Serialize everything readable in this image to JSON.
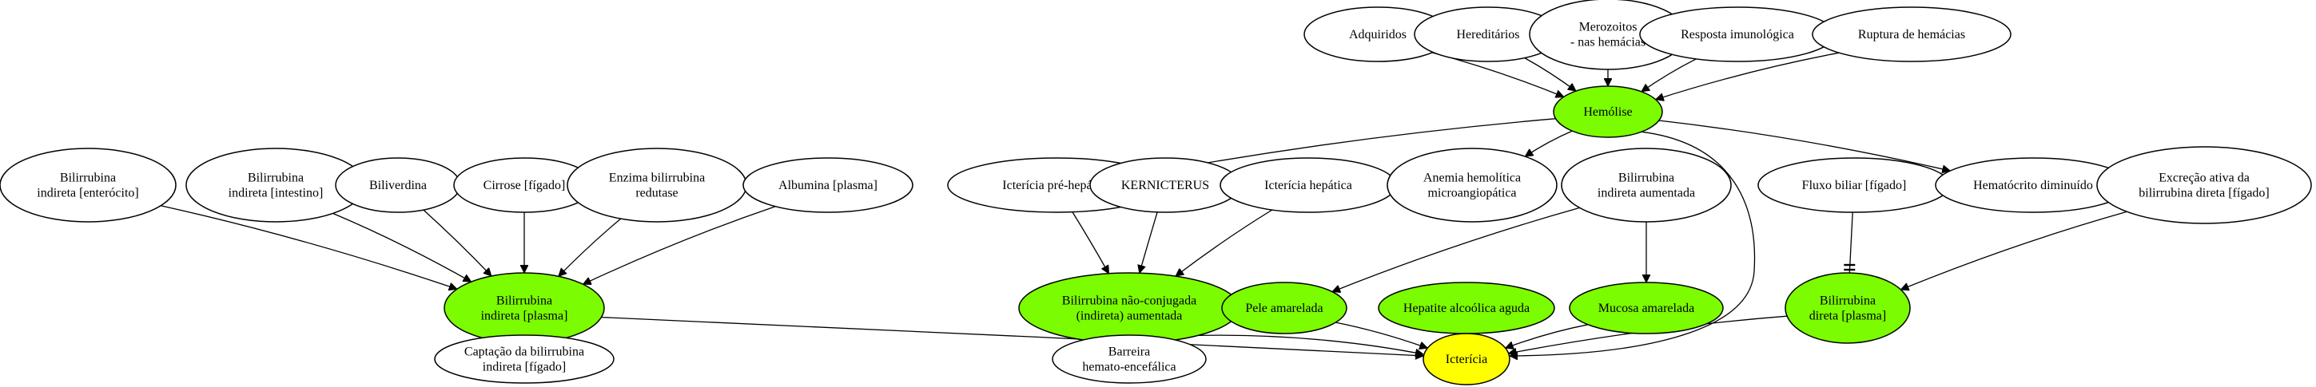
{
  "colors": {
    "background": "#ffffff",
    "default_fill": "#ffffff",
    "highlight_fill": "#7cfc00",
    "target_fill": "#ffff00",
    "stroke": "#000000"
  },
  "nodes": {
    "adquiridos": {
      "lines": [
        "Adquiridos"
      ],
      "fill": "default"
    },
    "hereditarios": {
      "lines": [
        "Hereditários"
      ],
      "fill": "default"
    },
    "merozoitos": {
      "lines": [
        "Merozoitos",
        "- nas hemácias"
      ],
      "fill": "default"
    },
    "resposta": {
      "lines": [
        "Resposta imunológica"
      ],
      "fill": "default"
    },
    "ruptura": {
      "lines": [
        "Ruptura de hemácias"
      ],
      "fill": "default"
    },
    "hemolise": {
      "lines": [
        "Hemólise"
      ],
      "fill": "highlight"
    },
    "bi_enterocito": {
      "lines": [
        "Bilirrubina",
        "indireta [enterócito]"
      ],
      "fill": "default"
    },
    "bi_intestino": {
      "lines": [
        "Bilirrubina",
        "indireta [intestino]"
      ],
      "fill": "default"
    },
    "biliverdina": {
      "lines": [
        "Biliverdina"
      ],
      "fill": "default"
    },
    "cirrose": {
      "lines": [
        "Cirrose [fígado]"
      ],
      "fill": "default"
    },
    "enzima": {
      "lines": [
        "Enzima bilirrubina",
        "redutase"
      ],
      "fill": "default"
    },
    "albumina": {
      "lines": [
        "Albumina [plasma]"
      ],
      "fill": "default"
    },
    "ict_pre": {
      "lines": [
        "Icterícia pré-hepática"
      ],
      "fill": "default"
    },
    "kernicterus": {
      "lines": [
        "KERNICTERUS"
      ],
      "fill": "default"
    },
    "ict_hep": {
      "lines": [
        "Icterícia hepática"
      ],
      "fill": "default"
    },
    "anemia": {
      "lines": [
        "Anemia hemolítica",
        "microangiopática"
      ],
      "fill": "default"
    },
    "bi_aumentada": {
      "lines": [
        "Bilirrubina",
        "indireta aumentada"
      ],
      "fill": "default"
    },
    "fluxo": {
      "lines": [
        "Fluxo biliar [fígado]"
      ],
      "fill": "default"
    },
    "hematocrito": {
      "lines": [
        "Hematócrito diminuído"
      ],
      "fill": "default"
    },
    "excrecao": {
      "lines": [
        "Excreção ativa da",
        "bilirrubina direta [fígado]"
      ],
      "fill": "default"
    },
    "bi_plasma": {
      "lines": [
        "Bilirrubina",
        "indireta [plasma]"
      ],
      "fill": "highlight"
    },
    "bnc": {
      "lines": [
        "Bilirrubina não-conjugada",
        "(indireta) aumentada"
      ],
      "fill": "highlight"
    },
    "pele": {
      "lines": [
        "Pele amarelada"
      ],
      "fill": "highlight"
    },
    "hepatite": {
      "lines": [
        "Hepatite alcoólica aguda"
      ],
      "fill": "highlight"
    },
    "mucosa": {
      "lines": [
        "Mucosa amarelada"
      ],
      "fill": "highlight"
    },
    "bd_plasma": {
      "lines": [
        "Bilirrubina",
        "direta [plasma]"
      ],
      "fill": "highlight"
    },
    "captacao": {
      "lines": [
        "Captação da bilirrubina",
        "indireta [fígado]"
      ],
      "fill": "default"
    },
    "barreira": {
      "lines": [
        "Barreira",
        "hemato-encefálica"
      ],
      "fill": "default"
    },
    "ictericia": {
      "lines": [
        "Icterícia"
      ],
      "fill": "target"
    }
  },
  "edges": [
    {
      "from": "adquiridos",
      "to": "hemolise"
    },
    {
      "from": "hereditarios",
      "to": "hemolise"
    },
    {
      "from": "merozoitos",
      "to": "hemolise"
    },
    {
      "from": "resposta",
      "to": "hemolise"
    },
    {
      "from": "ruptura",
      "to": "hemolise"
    },
    {
      "from": "hemolise",
      "to": "ict_pre"
    },
    {
      "from": "hemolise",
      "to": "anemia"
    },
    {
      "from": "hemolise",
      "to": "hematocrito"
    },
    {
      "from": "hemolise",
      "to": "ictericia"
    },
    {
      "from": "bi_enterocito",
      "to": "bi_plasma"
    },
    {
      "from": "bi_intestino",
      "to": "bi_plasma"
    },
    {
      "from": "biliverdina",
      "to": "bi_plasma"
    },
    {
      "from": "cirrose",
      "to": "bi_plasma"
    },
    {
      "from": "enzima",
      "to": "bi_plasma"
    },
    {
      "from": "albumina",
      "to": "bi_plasma"
    },
    {
      "from": "bi_plasma",
      "to": "captacao"
    },
    {
      "from": "bi_plasma",
      "to": "ictericia"
    },
    {
      "from": "ict_pre",
      "to": "bnc"
    },
    {
      "from": "kernicterus",
      "to": "bnc"
    },
    {
      "from": "ict_hep",
      "to": "bnc"
    },
    {
      "from": "bnc",
      "to": "barreira"
    },
    {
      "from": "bnc",
      "to": "ictericia"
    },
    {
      "from": "bi_aumentada",
      "to": "pele"
    },
    {
      "from": "bi_aumentada",
      "to": "mucosa"
    },
    {
      "from": "pele",
      "to": "ictericia"
    },
    {
      "from": "hepatite",
      "to": "ictericia"
    },
    {
      "from": "mucosa",
      "to": "ictericia"
    },
    {
      "from": "fluxo",
      "to": "bd_plasma",
      "style": "tee"
    },
    {
      "from": "excrecao",
      "to": "bd_plasma"
    },
    {
      "from": "bd_plasma",
      "to": "ictericia"
    }
  ]
}
